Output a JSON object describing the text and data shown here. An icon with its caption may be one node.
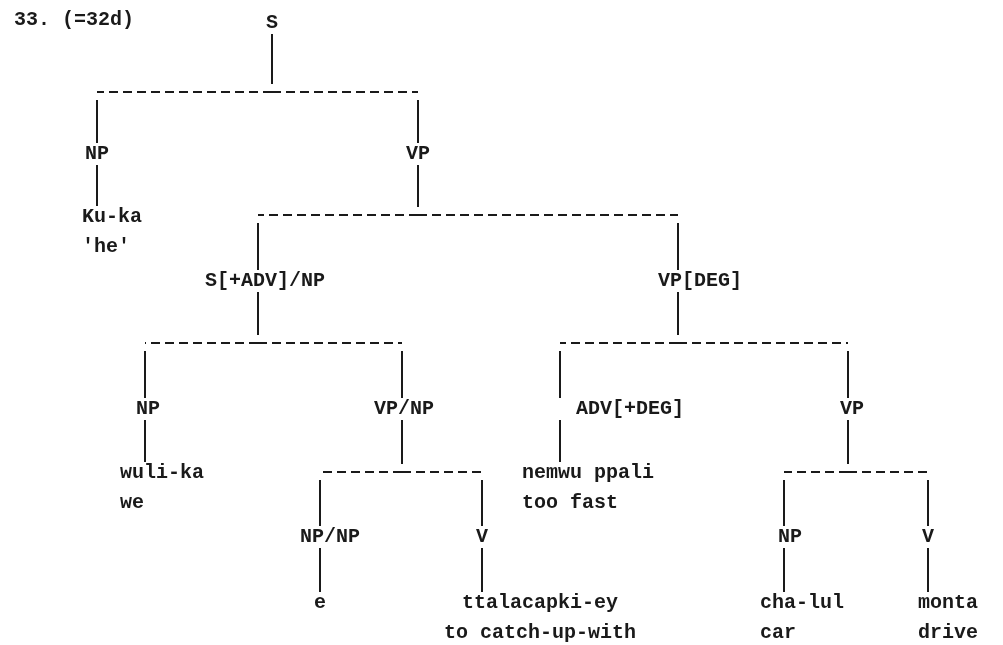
{
  "diagram": {
    "nodes": [
      {
        "text": [
          "S"
        ]
      },
      {
        "text": [
          "NP"
        ]
      },
      {
        "text": [
          "Ku-ka",
          "'he'"
        ]
      },
      {
        "text": [
          "VP"
        ]
      },
      {
        "text": [
          "S[+ADV]/NP"
        ]
      },
      {
        "text": [
          "NP"
        ]
      },
      {
        "text": [
          "wuli-ka",
          "we"
        ]
      },
      {
        "text": [
          "VP/NP"
        ]
      },
      {
        "text": [
          "NP/NP"
        ]
      },
      {
        "text": [
          "e"
        ]
      },
      {
        "text": [
          "V"
        ]
      },
      {
        "text": [
          "ttalacapki-ey",
          "to catch-up-with"
        ]
      },
      {
        "text": [
          "VP[DEG]"
        ]
      },
      {
        "text": [
          "ADV[+DEG]"
        ]
      },
      {
        "text": [
          "nemwu ppali",
          "too fast"
        ]
      },
      {
        "text": [
          "VP"
        ]
      },
      {
        "text": [
          "NP"
        ]
      },
      {
        "text": [
          "cha-lul",
          "car"
        ]
      },
      {
        "text": [
          "V"
        ]
      },
      {
        "text": [
          "monta",
          "drive"
        ]
      }
    ],
    "edges": [
      {
        "from": 0,
        "to": 1,
        "arrow": "none",
        "style": "dashed"
      },
      {
        "from": 0,
        "to": 3,
        "arrow": "none",
        "style": "dashed"
      },
      {
        "from": 1,
        "to": 2,
        "arrow": "none"
      },
      {
        "from": 3,
        "to": 4,
        "arrow": "none",
        "style": "dashed"
      },
      {
        "from": 3,
        "to": 12,
        "arrow": "none",
        "style": "dashed"
      },
      {
        "from": 4,
        "to": 5,
        "arrow": "none",
        "style": "dashed"
      },
      {
        "from": 4,
        "to": 7,
        "arrow": "none",
        "style": "dashed"
      },
      {
        "from": 5,
        "to": 6,
        "arrow": "none"
      },
      {
        "from": 7,
        "to": 8,
        "arrow": "none",
        "style": "dashed"
      },
      {
        "from": 7,
        "to": 10,
        "arrow": "none",
        "style": "dashed"
      },
      {
        "from": 8,
        "to": 9,
        "arrow": "none"
      },
      {
        "from": 10,
        "to": 11,
        "arrow": "none"
      },
      {
        "from": 12,
        "to": 13,
        "arrow": "none",
        "style": "dashed"
      },
      {
        "from": 12,
        "to": 15,
        "arrow": "none",
        "style": "dashed"
      },
      {
        "from": 13,
        "to": 14,
        "arrow": "none"
      },
      {
        "from": 15,
        "to": 16,
        "arrow": "none",
        "style": "dashed"
      },
      {
        "from": 15,
        "to": 18,
        "arrow": "none",
        "style": "dashed"
      },
      {
        "from": 16,
        "to": 17,
        "arrow": "none"
      },
      {
        "from": 18,
        "to": 19,
        "arrow": "none"
      }
    ],
    "labels": [
      "33. (=32d)"
    ]
  }
}
